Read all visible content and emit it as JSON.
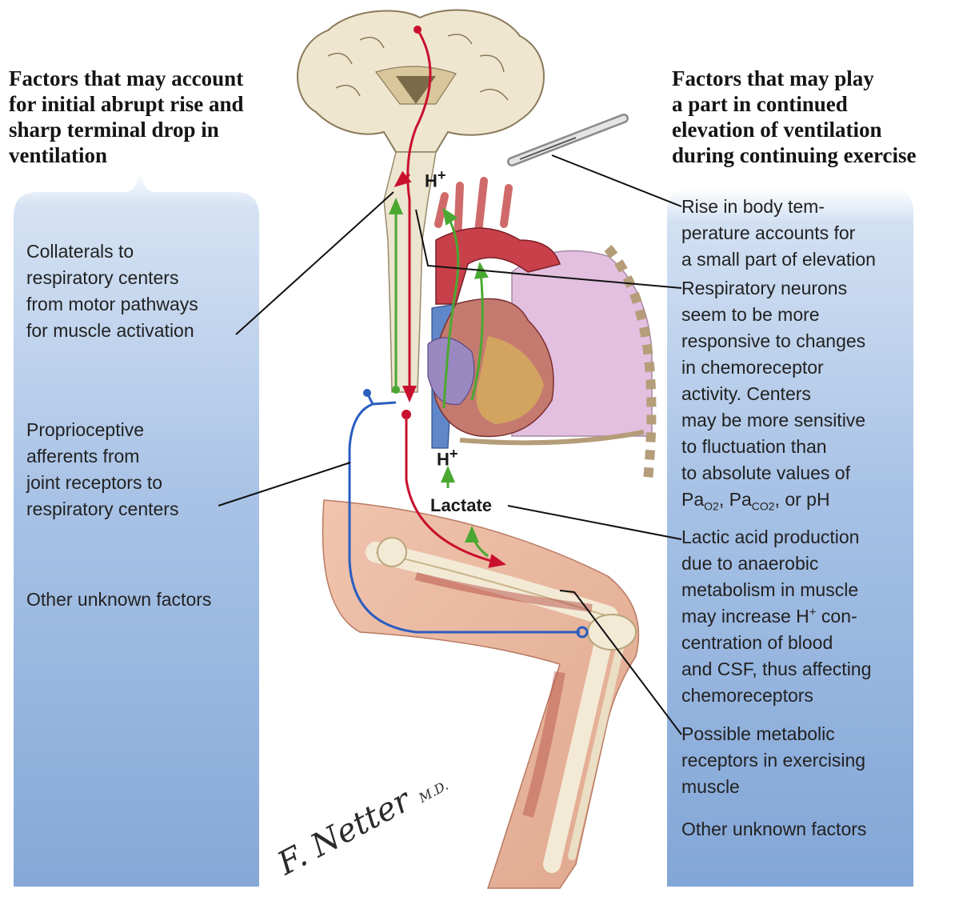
{
  "left": {
    "heading": [
      "Factors that may account",
      "for initial abrupt rise and",
      "sharp terminal drop in",
      "ventilation"
    ],
    "items": [
      [
        "Collaterals to",
        "respiratory centers",
        "from motor pathways",
        "for muscle activation"
      ],
      [
        "Proprioceptive",
        "afferents from",
        "joint receptors to",
        "respiratory centers"
      ],
      [
        "Other unknown factors"
      ]
    ]
  },
  "right": {
    "heading": [
      "Factors that may play",
      "a part in continued",
      "elevation of ventilation",
      "during continuing exercise"
    ],
    "items": [
      [
        "Rise in body tem-",
        "perature accounts for",
        "a small part of elevation"
      ],
      [
        "Respiratory neurons",
        "seem to be more",
        "responsive  to changes",
        "in chemoreceptor",
        "activity. Centers",
        "may be more sensitive",
        "to fluctuation than",
        "to absolute values of"
      ],
      [
        "Lactic acid production",
        "due to anaerobic",
        "metabolism in muscle"
      ],
      [
        "centration of blood",
        "and CSF, thus affecting",
        "chemoreceptors"
      ],
      [
        "Possible metabolic",
        "receptors in exercising",
        "muscle"
      ],
      [
        "Other unknown factors"
      ]
    ],
    "partial_line": {
      "pa": "Pa",
      "o2": "O2",
      "comma": ",",
      "co2": "CO2",
      "ph": "or pH"
    },
    "h_line": {
      "before": "may increase H",
      "sup": "+",
      "after": " con-"
    }
  },
  "labels": {
    "h_top": "H",
    "h_top_sup": "+",
    "h_bottom": "H",
    "h_bottom_sup": "+",
    "lactate": "Lactate"
  },
  "signature": {
    "name": "F. Netter",
    "suffix": "M.D."
  },
  "colors": {
    "panel_top": "#ffffff",
    "panel_mid": "#a8c3e6",
    "panel_bottom": "#7fa4d6",
    "motor_pathway": "#c8102e",
    "afferent_pathway": "#2a5dbf",
    "chemo_pathway": "#4aa832",
    "lung": "#e3bfe0",
    "skin": "#e8b8a0"
  }
}
